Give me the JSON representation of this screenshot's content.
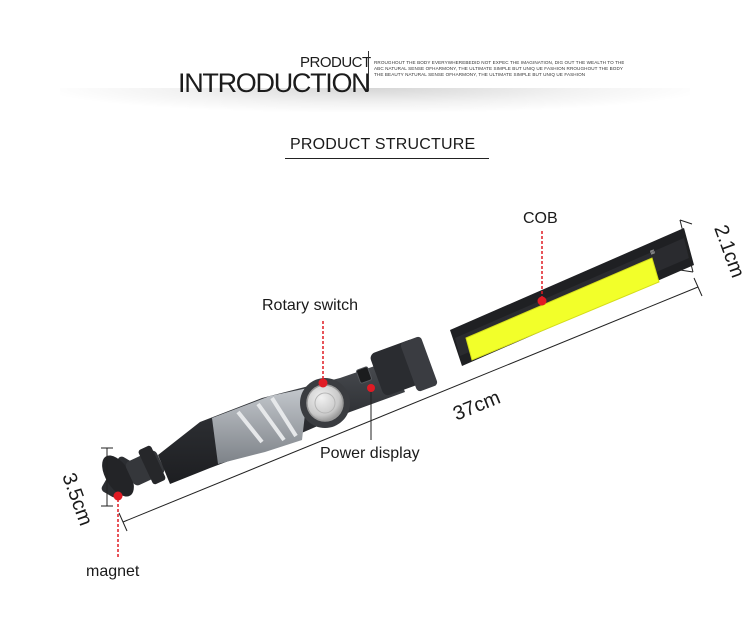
{
  "header": {
    "product": "PRODUCT",
    "introduction": "INTRODUCTION",
    "tagline_lines": [
      "RROUGHOUT THE BODY EVERYWHEREBEDID NOT EXPEC THE IMAGINATION, DIG OUT THE WEALTH TO THE BEAUTY NATURAL",
      "ABC NATURAL SENSE OFHARMONY, THE ULTIMATE SIMPLE BUT UNIQ UE FASHION RROUGHOUT THE BODY",
      "THE BEAUTY NATURAL SENSE OFHARMONY, THE ULTIMATE SIMPLE BUT UNIQ UE FASHION"
    ]
  },
  "section_title": "PRODUCT STRUCTURE",
  "labels": {
    "cob": "COB",
    "rotary_switch": "Rotary switch",
    "power_display": "Power display",
    "magnet": "magnet"
  },
  "dimensions": {
    "width": "2.1cm",
    "length": "37cm",
    "head": "3.5cm"
  },
  "colors": {
    "cob_light": "#f2ff2a",
    "body": "#2d2f33",
    "grip": "#9aa0a6",
    "marker": "#e01b24"
  }
}
